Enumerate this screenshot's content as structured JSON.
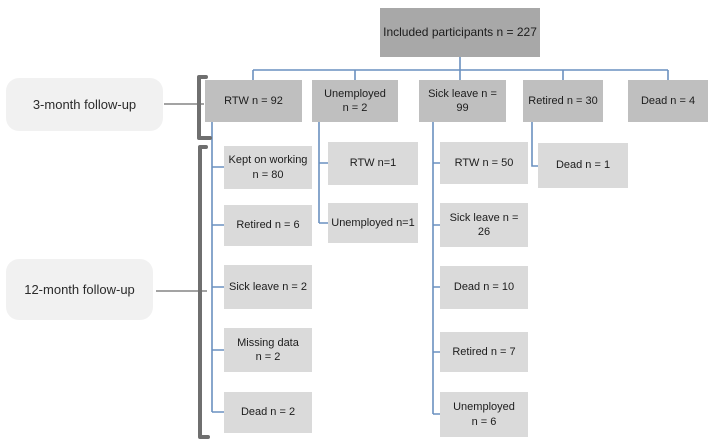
{
  "colors": {
    "node-top": "#a8a8a8",
    "node-level1": "#bfbfbf",
    "node-level2": "#dadada",
    "label-bg": "#f1f1f1",
    "connector": "#6a91c0",
    "bracket": "#6f6f6f",
    "tick": "#a3a3a3"
  },
  "root": {
    "label": "Included participants n = 227"
  },
  "phases": {
    "three_month": "3-month follow-up",
    "twelve_month": "12-month follow-up"
  },
  "followup_3m": [
    {
      "id": "rtw",
      "label": "RTW n = 92"
    },
    {
      "id": "unemployed",
      "label": "Unemployed\nn = 2"
    },
    {
      "id": "sick_leave",
      "label": "Sick leave n = 99"
    },
    {
      "id": "retired",
      "label": "Retired n = 30"
    },
    {
      "id": "dead",
      "label": "Dead n = 4"
    }
  ],
  "followup_12m": {
    "rtw_children": [
      {
        "label": "Kept on working\nn = 80"
      },
      {
        "label": "Retired n = 6"
      },
      {
        "label": "Sick leave n = 2"
      },
      {
        "label": "Missing data\nn = 2"
      },
      {
        "label": "Dead n = 2"
      }
    ],
    "unemployed_children": [
      {
        "label": "RTW n=1"
      },
      {
        "label": "Unemployed n=1"
      }
    ],
    "sick_leave_children": [
      {
        "label": "RTW n = 50"
      },
      {
        "label": "Sick leave n = 26"
      },
      {
        "label": "Dead n = 10"
      },
      {
        "label": "Retired n = 7"
      },
      {
        "label": "Unemployed\nn = 6"
      }
    ],
    "retired_children": [
      {
        "label": "Dead n = 1"
      }
    ]
  }
}
